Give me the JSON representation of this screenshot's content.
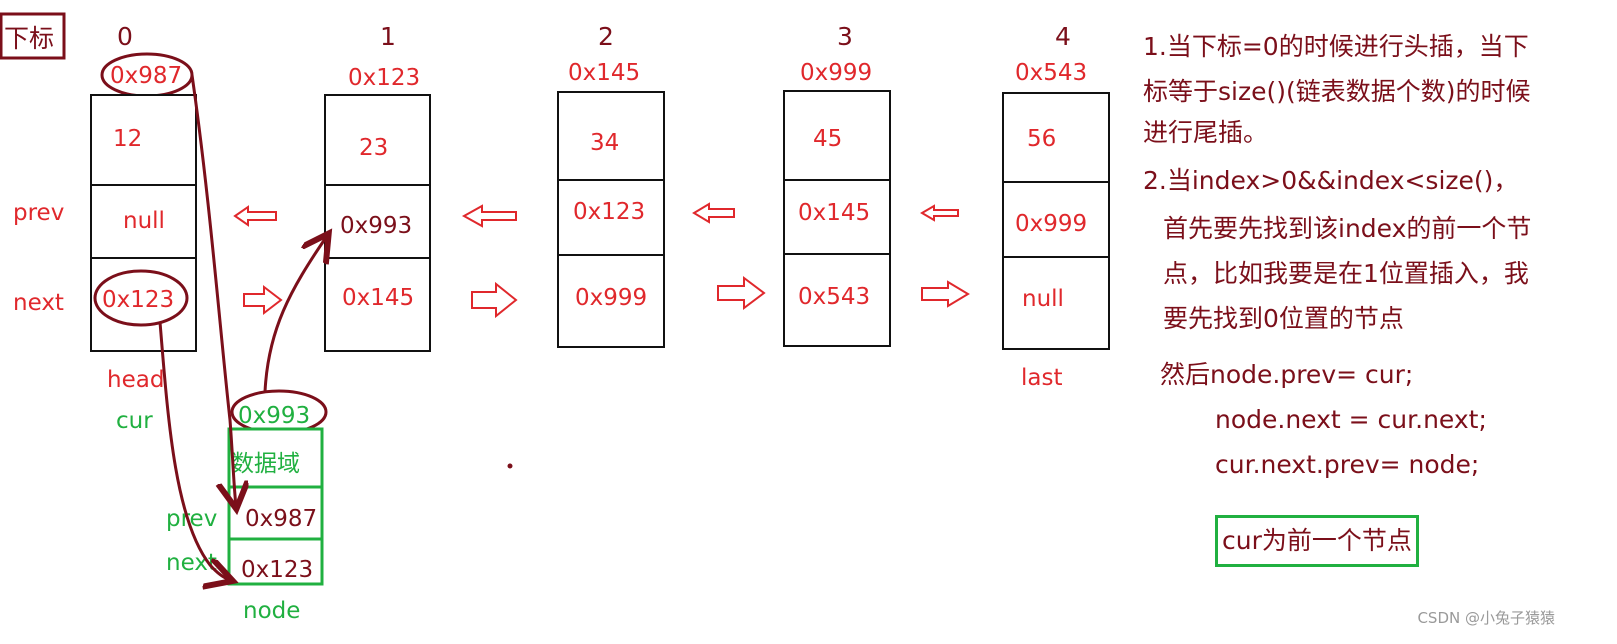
{
  "title_label": "下标",
  "indices": [
    "0",
    "1",
    "2",
    "3",
    "4"
  ],
  "nodes": [
    {
      "addr": "0x987",
      "val": "12",
      "prev": "null",
      "next": "0x123"
    },
    {
      "addr": "0x123",
      "val": "23",
      "prev": "0x993",
      "next": "0x145"
    },
    {
      "addr": "0x145",
      "val": "34",
      "prev": "0x123",
      "next": "0x999"
    },
    {
      "addr": "0x999",
      "val": "45",
      "prev": "0x145",
      "next": "0x543"
    },
    {
      "addr": "0x543",
      "val": "56",
      "prev": "0x999",
      "next": "null"
    }
  ],
  "row_labels": {
    "prev": "prev",
    "next": "next"
  },
  "pointer_labels": {
    "head": "head",
    "cur": "cur",
    "last": "last"
  },
  "new_node": {
    "addr": "0x993",
    "val": "数据域",
    "prev": "0x987",
    "next": "0x123",
    "prev_label": "prev",
    "next_label": "next",
    "name": "node"
  },
  "notes": {
    "line1": "1.当下标=0的时候进行头插，当下",
    "line2": "标等于size()(链表数据个数)的时候",
    "line3": "进行尾插。",
    "line4": "2.当index>0&&index<size()，",
    "line5": "首先要先找到该index的前一个节",
    "line6": "点，比如我要是在1位置插入，我",
    "line7": "要先找到0位置的节点",
    "code1": "然后node.prev= cur;",
    "code2": "node.next = cur.next;",
    "code3": "cur.next.prev= node;",
    "boxed": "cur为前一个节点"
  },
  "watermark": "CSDN @小兔子猿猿",
  "colors": {
    "red": "#e0282c",
    "dark": "#7b0f1a",
    "green": "#20b040",
    "black": "#111111"
  }
}
